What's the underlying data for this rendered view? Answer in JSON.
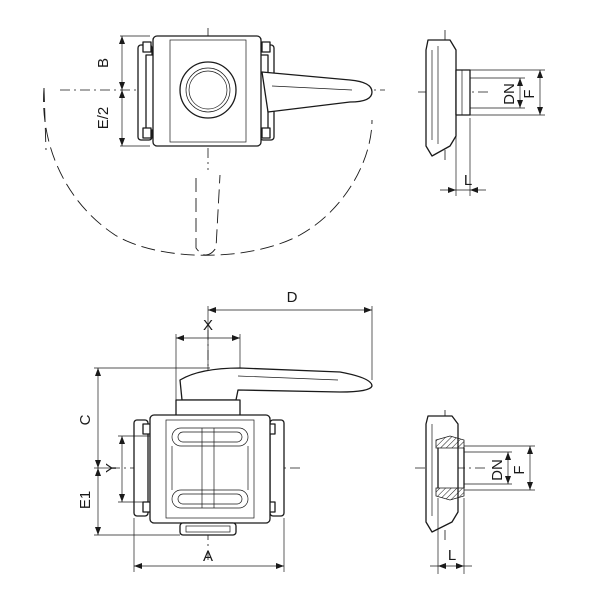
{
  "labels": {
    "B": "B",
    "E_half": "E/2",
    "DN_top": "DN",
    "F_top": "F",
    "L_top": "L",
    "D": "D",
    "X": "X",
    "C": "C",
    "Y": "Y",
    "E1": "E1",
    "A": "A",
    "DN_bottom": "DN",
    "F_bottom": "F",
    "L_bottom": "L"
  }
}
